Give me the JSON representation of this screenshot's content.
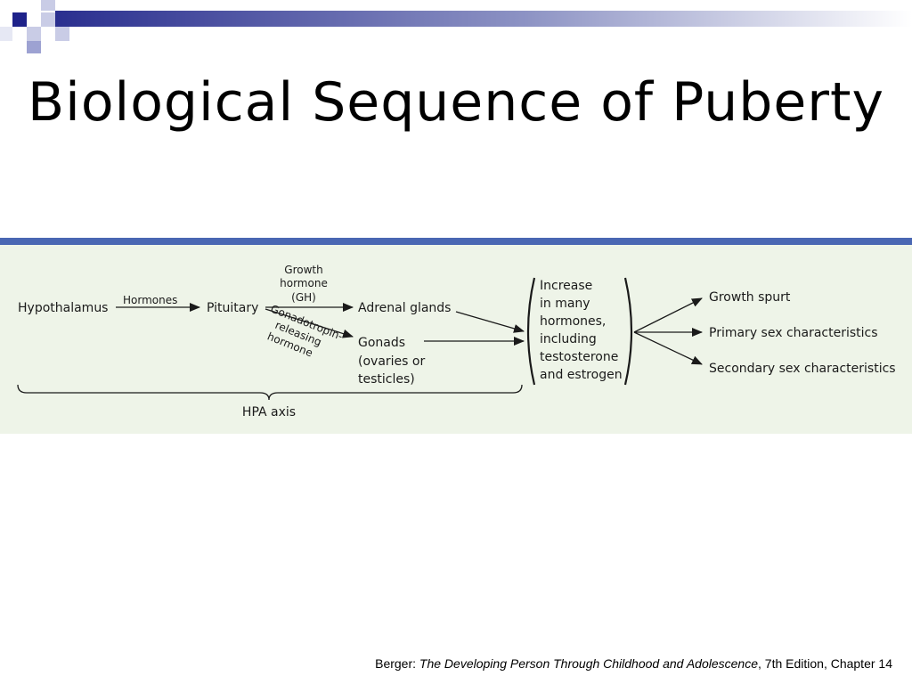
{
  "slide": {
    "title": "Biological Sequence of Puberty",
    "accent_color": "#4a67b3",
    "panel_color": "#eef4e8"
  },
  "diagram": {
    "nodes": {
      "hypothalamus": "Hypothalamus",
      "pituitary": "Pituitary",
      "adrenal": "Adrenal glands",
      "gonads": [
        "Gonads",
        "(ovaries or",
        "testicles)"
      ],
      "increase": [
        "Increase",
        "in many",
        "hormones,",
        "including",
        "testosterone",
        "and estrogen"
      ],
      "growth_spurt": "Growth spurt",
      "primary": "Primary sex characteristics",
      "secondary": "Secondary sex characteristics"
    },
    "edge_labels": {
      "hormones": "Hormones",
      "gh": [
        "Growth",
        "hormone",
        "(GH)"
      ],
      "gnrh": [
        "Gonadotropin-",
        "releasing",
        "hormone"
      ]
    },
    "brace_label": "HPA axis"
  },
  "footer": {
    "author": "Berger:",
    "book": "The Developing Person Through Childhood and Adolescence",
    "edition": ", 7th Edition, Chapter 14"
  }
}
